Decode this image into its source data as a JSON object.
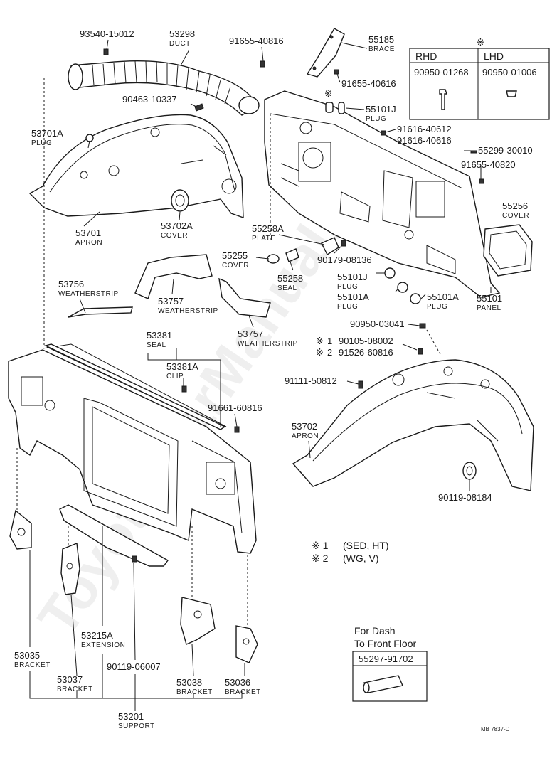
{
  "parts": {
    "p93540": {
      "num": "93540-15012",
      "name": ""
    },
    "p53298": {
      "num": "53298",
      "name": "DUCT"
    },
    "p91655a": {
      "num": "91655-40816",
      "name": ""
    },
    "p55185": {
      "num": "55185",
      "name": "BRACE"
    },
    "p91655b": {
      "num": "91655-40616",
      "name": ""
    },
    "p90463": {
      "num": "90463-10337",
      "name": ""
    },
    "p55101J_top": {
      "num": "55101J",
      "name": "PLUG"
    },
    "p91616a": {
      "num": "91616-40612",
      "name": ""
    },
    "p91616b": {
      "num": "91616-40616",
      "name": ""
    },
    "p55299": {
      "num": "55299-30010",
      "name": ""
    },
    "p91655c": {
      "num": "91655-40820",
      "name": ""
    },
    "p53701A": {
      "num": "53701A",
      "name": "PLUG"
    },
    "p55256": {
      "num": "55256",
      "name": "COVER"
    },
    "p53701": {
      "num": "53701",
      "name": "APRON"
    },
    "p53702A": {
      "num": "53702A",
      "name": "COVER"
    },
    "p55258A": {
      "num": "55258A",
      "name": "PLATE"
    },
    "p55255": {
      "num": "55255",
      "name": "COVER"
    },
    "p90179": {
      "num": "90179-08136",
      "name": ""
    },
    "p55258": {
      "num": "55258",
      "name": "SEAL"
    },
    "p55101J_mid": {
      "num": "55101J",
      "name": "PLUG"
    },
    "p53756": {
      "num": "53756",
      "name": "WEATHERSTRIP"
    },
    "p53757a": {
      "num": "53757",
      "name": "WEATHERSTRIP"
    },
    "p55101A_l": {
      "num": "55101A",
      "name": "PLUG"
    },
    "p55101A_r": {
      "num": "55101A",
      "name": "PLUG"
    },
    "p55101": {
      "num": "55101",
      "name": "PANEL"
    },
    "p53757b": {
      "num": "53757",
      "name": "WEATHERSTRIP"
    },
    "p90950": {
      "num": "90950-03041",
      "name": ""
    },
    "p53381": {
      "num": "53381",
      "name": "SEAL"
    },
    "p90105": {
      "num": "90105-08002",
      "name": ""
    },
    "p91526": {
      "num": "91526-60816",
      "name": ""
    },
    "p53381A": {
      "num": "53381A",
      "name": "CLIP"
    },
    "p91111": {
      "num": "91111-50812",
      "name": ""
    },
    "p91661": {
      "num": "91661-60816",
      "name": ""
    },
    "p53702": {
      "num": "53702",
      "name": "APRON"
    },
    "p90119a": {
      "num": "90119-08184",
      "name": ""
    },
    "p53215A": {
      "num": "53215A",
      "name": "EXTENSION"
    },
    "p53035": {
      "num": "53035",
      "name": "BRACKET"
    },
    "p90119b": {
      "num": "90119-06007",
      "name": ""
    },
    "p53037": {
      "num": "53037",
      "name": "BRACKET"
    },
    "p53038": {
      "num": "53038",
      "name": "BRACKET"
    },
    "p53036": {
      "num": "53036",
      "name": "BRACKET"
    },
    "p53201": {
      "num": "53201",
      "name": "SUPPORT"
    },
    "p55297": {
      "num": "55297-91702",
      "name": ""
    }
  },
  "marks": {
    "asterisk": "※",
    "m1": "1",
    "m2": "2"
  },
  "variant_table": {
    "header_mark": "※",
    "rhd_label": "RHD",
    "lhd_label": "LHD",
    "rhd_part": "90950-01268",
    "lhd_part": "90950-01006"
  },
  "legend": {
    "l1_mark": "※ 1",
    "l1_text": "(SED, HT)",
    "l2_mark": "※ 2",
    "l2_text": "(WG, V)"
  },
  "for_dash": {
    "line1": "For Dash",
    "line2": "To Front Floor"
  },
  "diagram_code": "MB 7837-D",
  "watermark": "Toyota-CarManual.ru"
}
